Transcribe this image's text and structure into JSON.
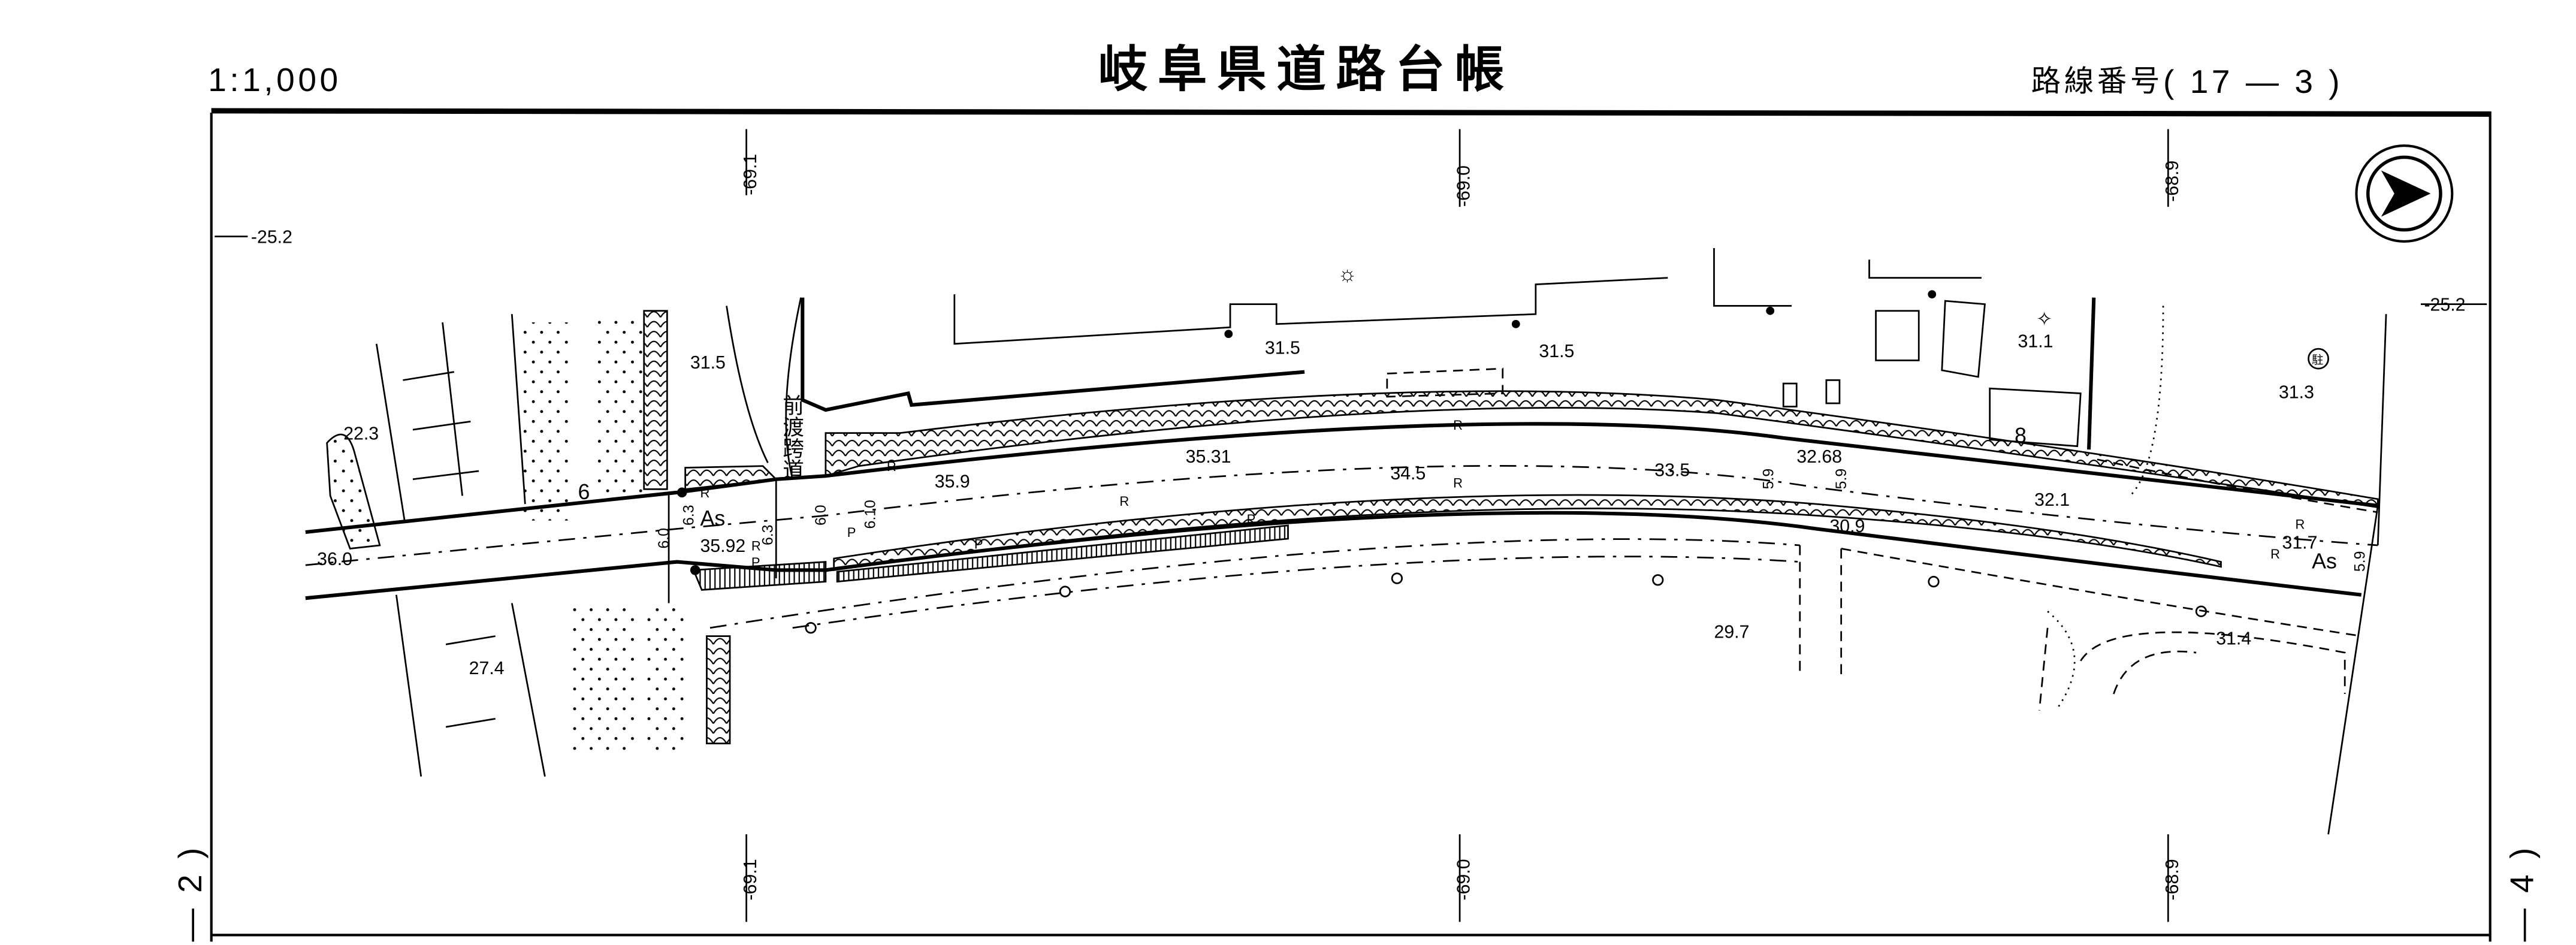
{
  "header": {
    "scale": "1:1,000",
    "title": "岐阜県道路台帳",
    "route_label": "路線番号",
    "route_number": "( 17 — 3 )"
  },
  "grid": {
    "top": [
      "-69.1",
      "-69.0",
      "-68.9"
    ],
    "bottom": [
      "-69.1",
      "-69.0",
      "-68.9"
    ],
    "left": "-25.2",
    "right": "-25.2"
  },
  "sheet_links": {
    "left": "— 2 )",
    "right": "— 4 )"
  },
  "map": {
    "crossing_name": [
      "前",
      "渡",
      "跨",
      "道"
    ],
    "surface": "As",
    "surface_right": "As",
    "curb_marks": [
      "R",
      "R",
      "R",
      "R",
      "R",
      "R",
      "R",
      "R"
    ],
    "parking_marks": [
      "P",
      "P",
      "P",
      "P"
    ],
    "widths": [
      "6.0",
      "6.3",
      "6.3",
      "6.0",
      "6.10",
      "5.9",
      "5.9",
      "5.9"
    ],
    "misc": [
      "6",
      "8"
    ],
    "elevations": {
      "e1": "31.5",
      "e2": "22.3",
      "e3": "27.4",
      "e4": "36.0",
      "e5": "35.92",
      "e6": "35.9",
      "e7": "35.31",
      "e8": "34.5",
      "e9": "33.5",
      "e10": "32.68",
      "e11": "32.1",
      "e12": "31.7",
      "e13": "30.9",
      "e14": "29.7",
      "e15": "31.4",
      "e16": "31.1",
      "e17": "31.3",
      "e18": "31.5",
      "e19": "31.5"
    },
    "symbol_text": "駐"
  }
}
